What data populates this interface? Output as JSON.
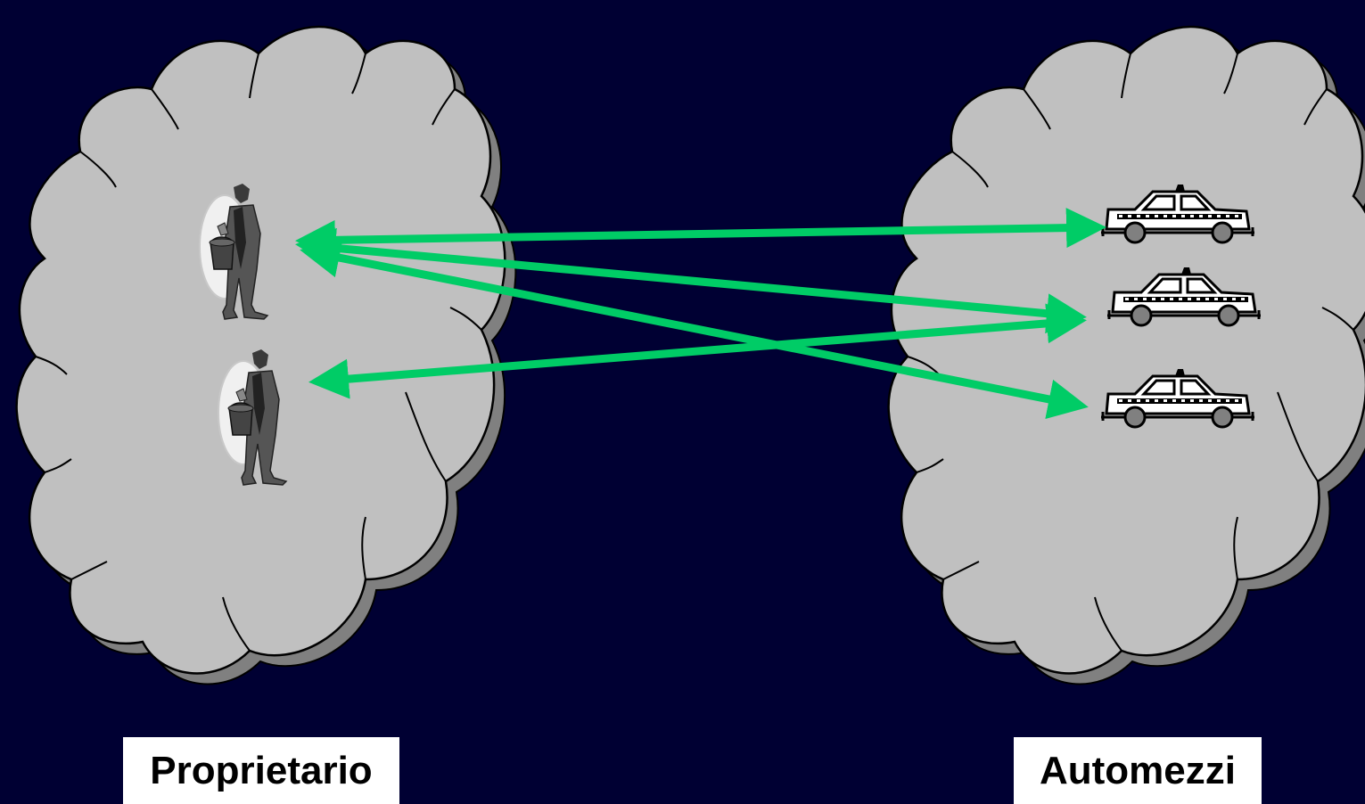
{
  "labels": {
    "left_set": "Proprietario",
    "right_set": "Automezzi"
  },
  "left_set": {
    "icon": "businessman-icon",
    "members": [
      "owner-1",
      "owner-2"
    ]
  },
  "right_set": {
    "icon": "taxi-icon",
    "members": [
      "car-1",
      "car-2",
      "car-3"
    ]
  },
  "relationships": [
    {
      "from": "owner-1",
      "to": "car-1"
    },
    {
      "from": "owner-1",
      "to": "car-2"
    },
    {
      "from": "owner-1",
      "to": "car-3"
    },
    {
      "from": "owner-2",
      "to": "car-2"
    }
  ],
  "colors": {
    "background": "#000033",
    "cloud_fill": "#c0c0c0",
    "cloud_shadow": "#808080",
    "arrow": "#00cc66",
    "label_bg": "#ffffff"
  }
}
